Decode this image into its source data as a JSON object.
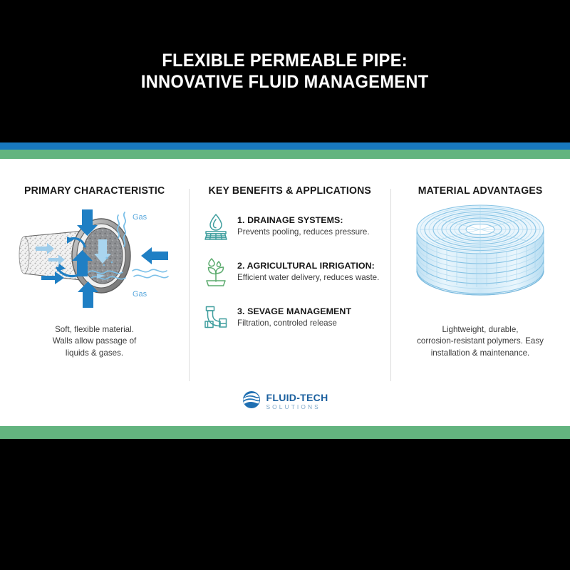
{
  "title": {
    "line1": "FLEXIBLE PERMEABLE PIPE:",
    "line2": "INNOVATIVE FLUID MANAGEMENT"
  },
  "colors": {
    "background": "#000000",
    "band_blue": "#1878be",
    "band_green": "#63b47f",
    "panel": "#ffffff",
    "title_text": "#ffffff",
    "arrow_blue": "#1f7fc4",
    "arrow_light_blue": "#9ecdeb",
    "gas_label": "#5aa8dd",
    "icon_teal": "#3f9e9e",
    "icon_green": "#5cab6e",
    "hose_blue": "#7fc0e8",
    "logo_main": "#1a5f9e",
    "logo_sub": "#7fa8c9",
    "divider": "#dcdcdc"
  },
  "columns": {
    "left": {
      "heading": "PRIMARY CHARACTERISTIC",
      "illustration": "porous-pipe-cross-section",
      "gas_label_top": "Gas",
      "gas_label_bottom": "Gas",
      "caption_lines": [
        "Soft, flexible material.",
        "Walls allow passage of",
        "liquids & gases."
      ]
    },
    "middle": {
      "heading": "KEY BENEFITS & APPLICATIONS",
      "items": [
        {
          "icon": "drainage-grate-droplet-icon",
          "heading": "1. DRAINAGE SYSTEMS:",
          "subtext": "Prevents pooling, reduces pressure."
        },
        {
          "icon": "sprout-water-drops-icon",
          "heading": "2. AGRICULTURAL IRRIGATION:",
          "subtext": "Efficient water delivery, reduces waste."
        },
        {
          "icon": "pipe-elbow-fitting-icon",
          "heading": "3. SEVAGE MANAGEMENT",
          "subtext": "Filtration, controled release"
        }
      ]
    },
    "right": {
      "heading": "MATERIAL ADVANTAGES",
      "illustration": "coiled-hose-roll",
      "caption_lines": [
        "Lightweight, durable,",
        "corrosion-resistant polymers. Easy",
        "installation & maintenance."
      ]
    }
  },
  "footer": {
    "logo_icon": "wave-circle-icon",
    "logo_main": "FLUID-TECH",
    "logo_sub": "SOLUTIONS"
  }
}
